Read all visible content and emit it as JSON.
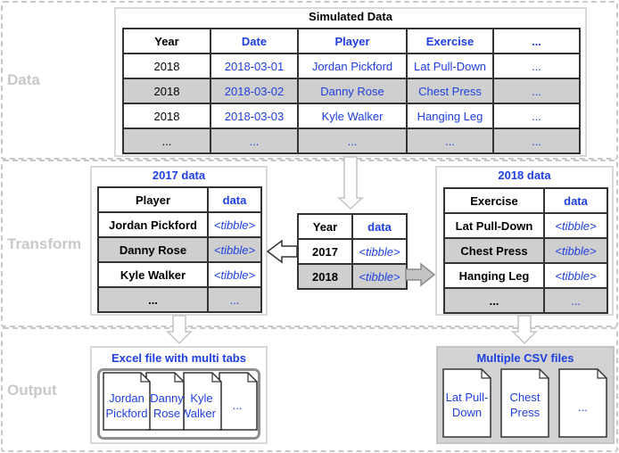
{
  "sections": {
    "data": "Data",
    "transform": "Transform",
    "output": "Output"
  },
  "simulated": {
    "title": "Simulated Data",
    "headers": [
      "Year",
      "Date",
      "Player",
      "Exercise",
      "..."
    ],
    "rows": [
      [
        "2018",
        "2018-03-01",
        "Jordan Pickford",
        "Lat Pull-Down",
        "..."
      ],
      [
        "2018",
        "2018-03-02",
        "Danny Rose",
        "Chest Press",
        "..."
      ],
      [
        "2018",
        "2018-03-03",
        "Kyle Walker",
        "Hanging Leg",
        "..."
      ],
      [
        "...",
        "...",
        "...",
        "...",
        "..."
      ]
    ]
  },
  "nested": {
    "headers": [
      "Year",
      "data"
    ],
    "rows": [
      [
        "2017",
        "<tibble>"
      ],
      [
        "2018",
        "<tibble>"
      ]
    ]
  },
  "data2017": {
    "title": "2017 data",
    "headers": [
      "Player",
      "data"
    ],
    "rows": [
      [
        "Jordan Pickford",
        "<tibble>"
      ],
      [
        "Danny Rose",
        "<tibble>"
      ],
      [
        "Kyle Walker",
        "<tibble>"
      ],
      [
        "...",
        "..."
      ]
    ]
  },
  "data2018": {
    "title": "2018 data",
    "headers": [
      "Exercise",
      "data"
    ],
    "rows": [
      [
        "Lat Pull-Down",
        "<tibble>"
      ],
      [
        "Chest Press",
        "<tibble>"
      ],
      [
        "Hanging Leg",
        "<tibble>"
      ],
      [
        "...",
        "..."
      ]
    ]
  },
  "excel": {
    "title": "Excel file with multi tabs",
    "tabs": [
      [
        "Jordan",
        "Pickford"
      ],
      [
        "Danny",
        "Rose"
      ],
      [
        "Kyle",
        "Walker"
      ],
      [
        "..."
      ]
    ]
  },
  "csv": {
    "title": "Multiple CSV files",
    "files": [
      [
        "Lat Pull-",
        "Down"
      ],
      [
        "Chest",
        "Press"
      ],
      [
        "..."
      ]
    ]
  },
  "colors": {
    "accent_blue": "#1f3fe0",
    "shade_gray": "#cfcfcf",
    "band_dash": "#c8c8c8"
  }
}
